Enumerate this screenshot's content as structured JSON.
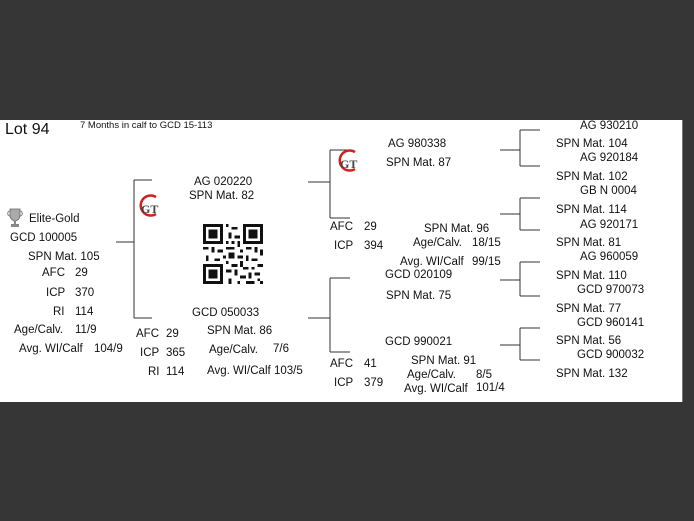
{
  "lot": {
    "title": "Lot 94",
    "note": "7 Months in calf to GCD 15-113"
  },
  "subject": {
    "award": "Elite-Gold",
    "id": "GCD 100005",
    "spn": "SPN Mat. 105",
    "afc_label": "AFC",
    "afc": "29",
    "icp_label": "ICP",
    "icp": "370",
    "ri_label": "RI",
    "ri": "114",
    "age_label": "Age/Calv.",
    "age": "11/9",
    "wi_label": "Avg. WI/Calf",
    "wi": "104/9"
  },
  "sire": {
    "id": "AG  020220",
    "spn": "SPN Mat. 82"
  },
  "dam": {
    "id": "GCD 050033",
    "afc_label": "AFC",
    "afc": "29",
    "spn": "SPN Mat. 86",
    "icp_label": "ICP",
    "icp": "365",
    "age_label": "Age/Calv.",
    "age": "7/6",
    "ri_label": "RI",
    "ri": "114",
    "wi_label": "Avg. WI/Calf",
    "wi": "103/5"
  },
  "sire_sire": {
    "id": "AG  980338",
    "spn": "SPN Mat. 87"
  },
  "sire_dam": {
    "afc_label": "AFC",
    "afc": "29",
    "spn": "SPN Mat. 96",
    "icp_label": "ICP",
    "icp": "394",
    "age_label": "Age/Calv.",
    "age": "18/15",
    "wi_label": "Avg. WI/Calf",
    "wi": "99/15"
  },
  "dam_sire": {
    "id": "GCD 020109",
    "spn": "SPN Mat. 75"
  },
  "dam_dam": {
    "id": "GCD 990021",
    "afc_label": "AFC",
    "afc": "41",
    "spn": "SPN Mat. 91",
    "icp_label": "ICP",
    "icp": "379",
    "age_label": "Age/Calv.",
    "age": "8/5",
    "wi_label": "Avg. WI/Calf",
    "wi": "101/4"
  },
  "ggp": [
    {
      "id": "AG  930210",
      "spn": "SPN Mat. 104"
    },
    {
      "id": "AG  920184",
      "spn": "SPN Mat. 102"
    },
    {
      "id": "GB  N 0004",
      "spn": "SPN Mat. 114"
    },
    {
      "id": "AG  920171",
      "spn": "SPN Mat. 81"
    },
    {
      "id": "AG  960059",
      "spn": "SPN Mat. 110"
    },
    {
      "id": "GCD 970073",
      "spn": "SPN Mat. 77"
    },
    {
      "id": "GCD 960141",
      "spn": "SPN Mat. 56"
    },
    {
      "id": "GCD 900032",
      "spn": "SPN Mat. 132"
    }
  ],
  "logo_text": "GT",
  "colors": {
    "logo_red": "#cc2222",
    "background": "#363636",
    "card": "#ffffff"
  },
  "icons": {
    "award": "trophy-icon",
    "qr": "qr-code"
  }
}
